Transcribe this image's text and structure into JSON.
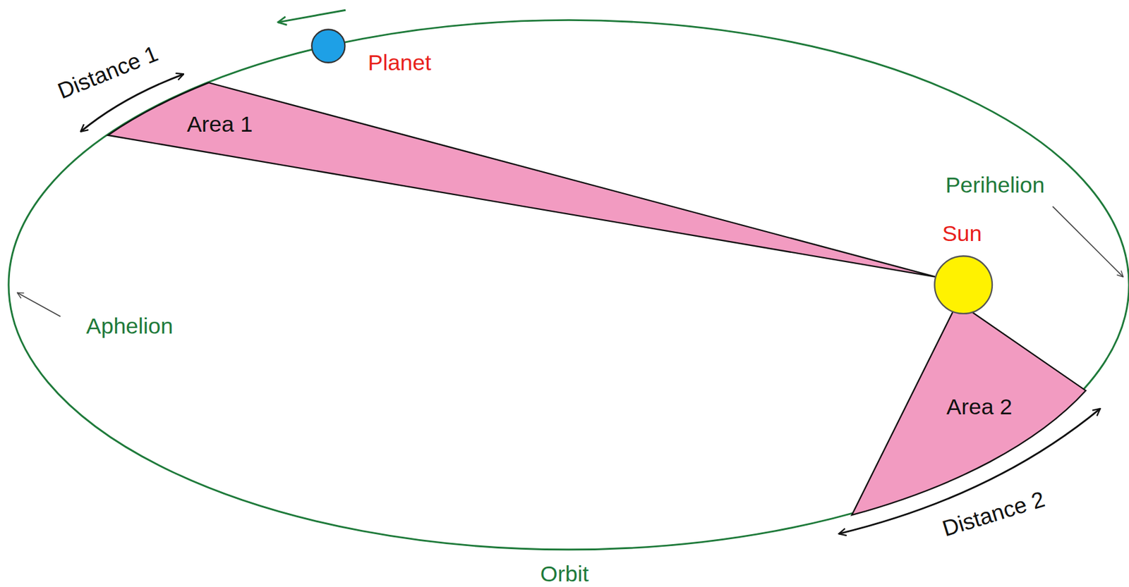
{
  "diagram": {
    "nodes": [
      {
        "text": [
          "Planet"
        ]
      },
      {
        "text": [
          "Area 1"
        ]
      },
      {
        "text": [
          "Sun"
        ]
      },
      {
        "text": [
          "Area 2"
        ]
      }
    ],
    "labels": [
      "Distance 1",
      "Perihelion",
      "Aphelion",
      "Distance 2",
      "Orbit"
    ]
  }
}
